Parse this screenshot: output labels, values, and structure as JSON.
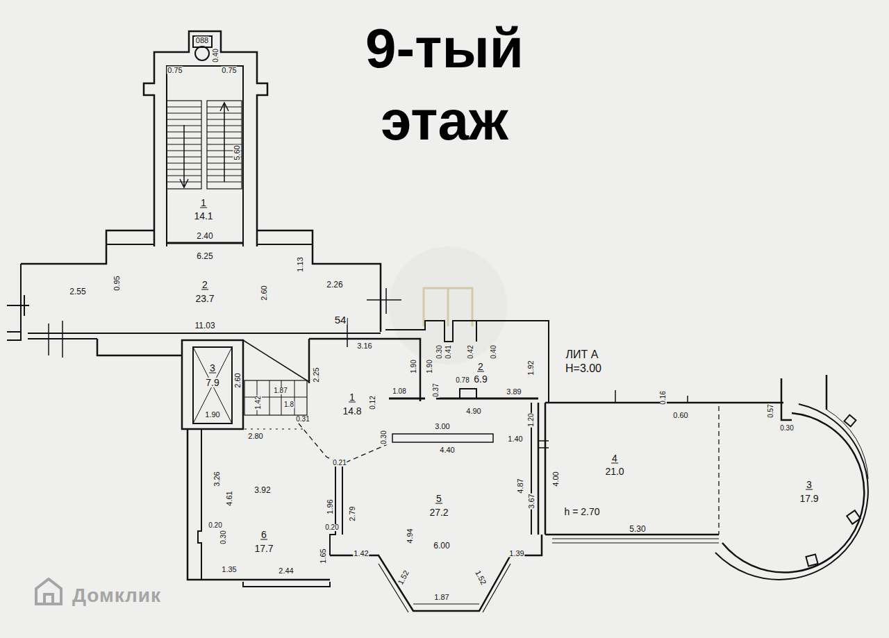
{
  "diagram": {
    "title": "9-тый этаж",
    "labels": [
      "088",
      "0.40",
      "0.75",
      "0.75",
      "5.60",
      "1",
      "14.1",
      "2.40",
      "6.25",
      "0.95",
      "1.13",
      "2.55",
      "2",
      "23.7",
      "2.60",
      "2.26",
      "11.03",
      "54",
      "3.16",
      "3",
      "7.9",
      "2.60",
      "1.90",
      "1.87",
      "1.8",
      "1.42",
      "0.31",
      "2.80",
      "2.25",
      "1",
      "14.8",
      "0.12",
      "1.90",
      "1.08",
      "1.90",
      "0.30",
      "0.41",
      "0.42",
      "0.40",
      "2",
      "6.9",
      "0.78",
      "1.92",
      "0.37",
      "4.90",
      "3.89",
      "ЛИТ А",
      "Н=3.00",
      "0.30",
      "3.00",
      "4.40",
      "1.40",
      "1.20",
      "0.21",
      "5",
      "27.2",
      "4.87",
      "3.67",
      "2.79",
      "4.94",
      "6.00",
      "1.42",
      "1.39",
      "1.52",
      "1.52",
      "1.87",
      "3.26",
      "4.61",
      "3.92",
      "6",
      "17.7",
      "1.96",
      "0.20",
      "0.20",
      "0.30",
      "1.65",
      "1.35",
      "2.44",
      "0.16",
      "0.60",
      "4",
      "21.0",
      "4.00",
      "h = 2.70",
      "5.30",
      "0.57",
      "0.30",
      "3",
      "17.9",
      "Домклик"
    ]
  }
}
